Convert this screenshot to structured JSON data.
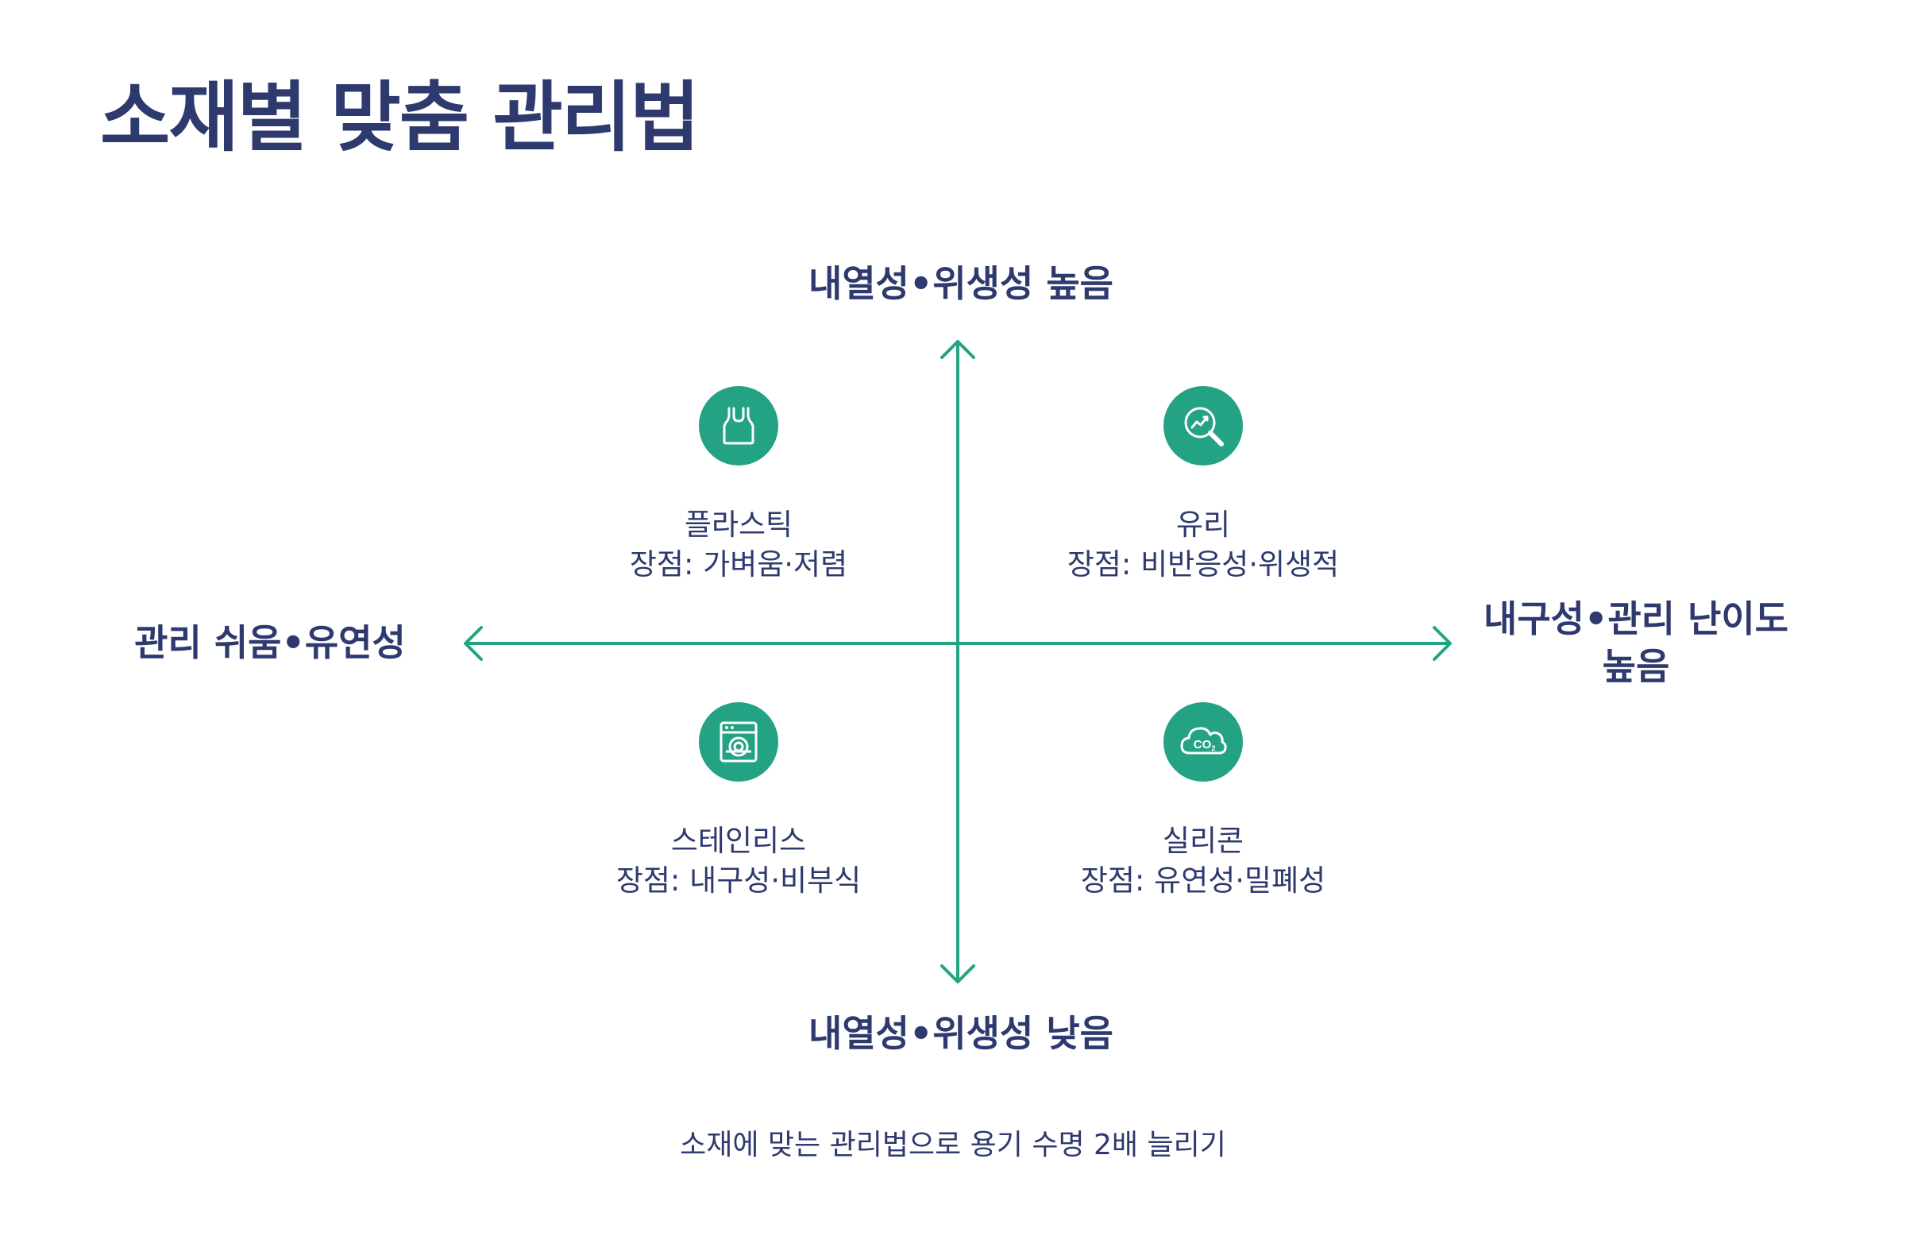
{
  "title": "소재별 맞춤 관리법",
  "axes": {
    "top": "내열성•위생성 높음",
    "bottom": "내열성•위생성 낮음",
    "left": "관리 쉬움•유연성",
    "right": "내구성•관리 난이도 높음"
  },
  "quadrants": {
    "top_left": {
      "name": "플라스틱",
      "desc": "장점: 가벼움·저렴",
      "icon": "plastic-bag-icon"
    },
    "top_right": {
      "name": "유리",
      "desc": "장점: 비반응성·위생적",
      "icon": "magnifier-chart-icon"
    },
    "bottom_left": {
      "name": "스테인리스",
      "desc": "장점: 내구성·비부식",
      "icon": "washing-machine-icon"
    },
    "bottom_right": {
      "name": "실리콘",
      "desc": "장점: 유연성·밀폐성",
      "icon": "co2-cloud-icon"
    }
  },
  "footer": "소재에 맞는 관리법으로 용기 수명 2배 늘리기",
  "colors": {
    "accent": "#24a384",
    "text": "#2e3a6e"
  }
}
